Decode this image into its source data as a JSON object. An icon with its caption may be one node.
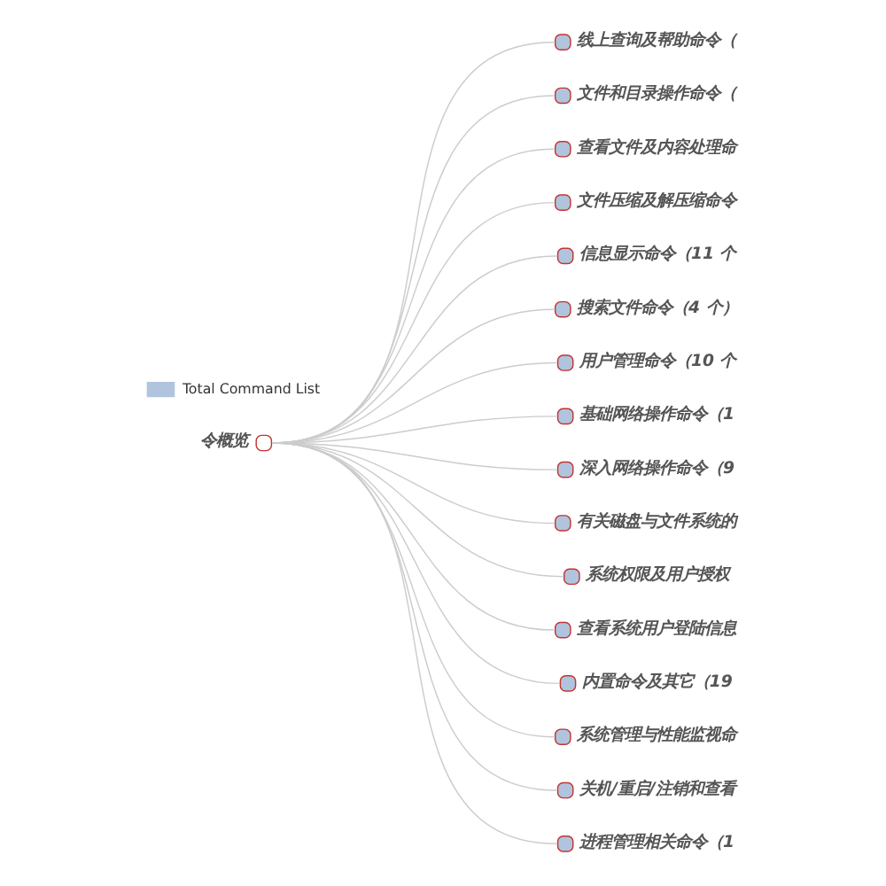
{
  "diagram": {
    "nodes": [
      {
        "text": [
          "令概览"
        ]
      },
      {
        "text": [
          "线上查询及帮助命令（"
        ]
      },
      {
        "text": [
          "文件和目录操作命令（"
        ]
      },
      {
        "text": [
          "查看文件及内容处理命"
        ]
      },
      {
        "text": [
          "文件压缩及解压缩命令"
        ]
      },
      {
        "text": [
          "信息显示命令（11 个"
        ]
      },
      {
        "text": [
          "搜索文件命令（4 个）"
        ]
      },
      {
        "text": [
          "用户管理命令（10 个"
        ]
      },
      {
        "text": [
          "基础网络操作命令（1"
        ]
      },
      {
        "text": [
          "深入网络操作命令（9"
        ]
      },
      {
        "text": [
          "有关磁盘与文件系统的"
        ]
      },
      {
        "text": [
          "系统权限及用户授权"
        ]
      },
      {
        "text": [
          "查看系统用户登陆信息"
        ]
      },
      {
        "text": [
          "内置命令及其它（19"
        ]
      },
      {
        "text": [
          "系统管理与性能监视命"
        ]
      },
      {
        "text": [
          "关机/重启/注销和查看"
        ]
      },
      {
        "text": [
          "进程管理相关命令（1"
        ]
      }
    ],
    "edges": [
      {
        "from": 0,
        "to": 1,
        "arrow": "none"
      },
      {
        "from": 0,
        "to": 2,
        "arrow": "none"
      },
      {
        "from": 0,
        "to": 3,
        "arrow": "none"
      },
      {
        "from": 0,
        "to": 4,
        "arrow": "none"
      },
      {
        "from": 0,
        "to": 5,
        "arrow": "none"
      },
      {
        "from": 0,
        "to": 6,
        "arrow": "none"
      },
      {
        "from": 0,
        "to": 7,
        "arrow": "none"
      },
      {
        "from": 0,
        "to": 8,
        "arrow": "none"
      },
      {
        "from": 0,
        "to": 9,
        "arrow": "none"
      },
      {
        "from": 0,
        "to": 10,
        "arrow": "none"
      },
      {
        "from": 0,
        "to": 11,
        "arrow": "none"
      },
      {
        "from": 0,
        "to": 12,
        "arrow": "none"
      },
      {
        "from": 0,
        "to": 13,
        "arrow": "none"
      },
      {
        "from": 0,
        "to": 14,
        "arrow": "none"
      },
      {
        "from": 0,
        "to": 15,
        "arrow": "none"
      },
      {
        "from": 0,
        "to": 16,
        "arrow": "none"
      }
    ],
    "legend": [
      {
        "text": "Total Command List",
        "color": "#b0c4de"
      }
    ]
  }
}
